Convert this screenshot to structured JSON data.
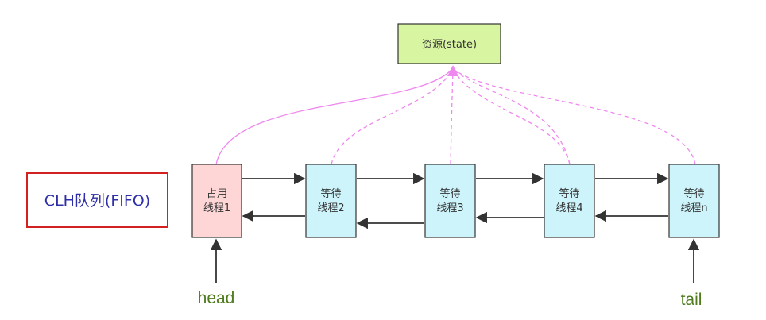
{
  "resource": {
    "label": "资源(state)",
    "fill": "#d8f5a2",
    "stroke": "#333333"
  },
  "queue_label": {
    "text": "CLH队列(FIFO)",
    "border": "#d32020",
    "color": "#2e2ea8"
  },
  "nodes": [
    {
      "line1": "占用",
      "line2": "线程1",
      "fill": "#ffd6d6"
    },
    {
      "line1": "等待",
      "line2": "线程2",
      "fill": "#cdf4fb"
    },
    {
      "line1": "等待",
      "line2": "线程3",
      "fill": "#cdf4fb"
    },
    {
      "line1": "等待",
      "line2": "线程4",
      "fill": "#cdf4fb"
    },
    {
      "line1": "等待",
      "line2": "线程n",
      "fill": "#cdf4fb"
    }
  ],
  "pointers": {
    "head": "head",
    "tail": "tail",
    "color": "#4f7a1e"
  },
  "colors": {
    "link": "#ee88ee",
    "arrow": "#333333"
  }
}
